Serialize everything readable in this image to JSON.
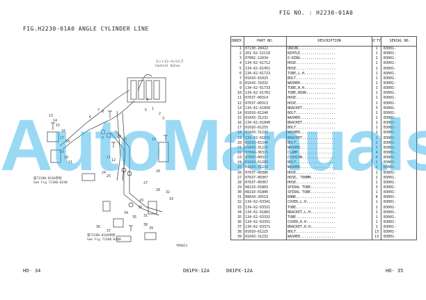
{
  "header": {
    "fig_no": "FIG NO.  : H2230-01A0",
    "title": "FIG.H2230-01A0  ANGLE CYLINDER LINE"
  },
  "footer": {
    "left_page": "HO-  34",
    "left_model": "D61PX-12A",
    "right_model": "D61PX-12A",
    "right_page": "HO-  35"
  },
  "watermark": "AutoManuals",
  "drawing": {
    "control_valve_label": "コントロールバルブ",
    "control_valve_label_en": "Control Valve",
    "ref1": "第72180-0240参照",
    "ref1_en": "See Fig 72180-0240",
    "ref2": "第72180-0240参照",
    "ref2_en": "See Fig 72180-0240",
    "drawing_code": "YM4823",
    "callouts": [
      "1",
      "2",
      "3",
      "4",
      "5",
      "6",
      "7",
      "8",
      "9",
      "10",
      "11",
      "12",
      "13",
      "14",
      "15",
      "16",
      "17",
      "18",
      "19",
      "20",
      "21",
      "22",
      "23",
      "24",
      "25",
      "26",
      "27",
      "28",
      "29",
      "30",
      "31",
      "32",
      "33",
      "34",
      "35",
      "36",
      "37",
      "38",
      "39"
    ]
  },
  "table": {
    "headers": {
      "index": "INDEX",
      "part": "PART NO.",
      "desc": "DESCRIPTION",
      "qty": "Q'TY",
      "serial": "SERIAL NO."
    },
    "rows": [
      {
        "i": "1",
        "p": "07230-20422",
        "d": "UNION..................",
        "q": "1",
        "s": "B3001-"
      },
      {
        "i": "2",
        "p": "201-62-52110",
        "d": "NIPPLE.................",
        "q": "1",
        "s": "B3001-"
      },
      {
        "i": "3",
        "p": "07002-12034",
        "d": "O-RING.................",
        "q": "2",
        "s": "B3001-"
      },
      {
        "i": "4",
        "p": "134-62-61712",
        "d": "HOSE...................",
        "q": "1",
        "s": "B3001-"
      },
      {
        "i": "5",
        "p": "134-62-61451",
        "d": "HOSE...................",
        "q": "1",
        "s": "B3001-"
      },
      {
        "i": "6",
        "p": "134-62-61723",
        "d": "TUBE,L.H...............",
        "q": "1",
        "s": "B3001-"
      },
      {
        "i": "7",
        "p": "01010-61025",
        "d": "BOLT...................",
        "q": "1",
        "s": "B3001-"
      },
      {
        "i": "8",
        "p": "01643-31032",
        "d": "WASHER.................",
        "q": "1",
        "s": "B3001-"
      },
      {
        "i": "9",
        "p": "134-62-61733",
        "d": "TUBE,R.H...............",
        "q": "1",
        "s": "B3001-"
      },
      {
        "i": "10",
        "p": "134-62-61762",
        "d": "TUBE,REAR..............",
        "q": "1",
        "s": "B3001-"
      },
      {
        "i": "11",
        "p": "07637-00314",
        "d": "HOSE...................",
        "q": "1",
        "s": "B3001-"
      },
      {
        "i": "12",
        "p": "07637-00313",
        "d": "HOSE...................",
        "q": "1",
        "s": "B3001-"
      },
      {
        "i": "13",
        "p": "134-62-61850",
        "d": "BRACKET................",
        "q": "3",
        "s": "B3001-"
      },
      {
        "i": "14",
        "p": "01010-61240",
        "d": "BOLT...................",
        "q": "2",
        "s": "B3001-"
      },
      {
        "i": "15",
        "p": "01643-31232",
        "d": "WASHER.................",
        "q": "2",
        "s": "B3001-"
      },
      {
        "i": "16",
        "p": "134-62-61840",
        "d": "BRACKET................",
        "q": "1",
        "s": "B3001-"
      },
      {
        "i": "17",
        "p": "01010-61255",
        "d": "BOLT...................",
        "q": "1",
        "s": "B3001-"
      },
      {
        "i": "18",
        "p": "01643-31232",
        "d": "WASHER.................",
        "q": "1",
        "s": "B3001-"
      },
      {
        "i": "19",
        "p": "134-62-61831",
        "d": "BRACKET................",
        "q": "1",
        "s": "B3001-"
      },
      {
        "i": "20",
        "p": "01010-61240",
        "d": "BOLT...................",
        "q": "2",
        "s": "B3001-"
      },
      {
        "i": "21",
        "p": "01643-31232",
        "d": "WASHER.................",
        "q": "2",
        "s": "B3001-"
      },
      {
        "i": "22",
        "p": "07094-30315",
        "d": "CLAMP..................",
        "q": "4",
        "s": "B3001-"
      },
      {
        "i": "23",
        "p": "07095-00317",
        "d": "CUSHION................",
        "q": "4",
        "s": "B3001-"
      },
      {
        "i": "24",
        "p": "01010-61265",
        "d": "BOLT...................",
        "q": "2",
        "s": "B3001-"
      },
      {
        "i": "25",
        "p": "01643-31232",
        "d": "WASHER.................",
        "q": "2",
        "s": "B3001-"
      },
      {
        "i": "26",
        "p": "07637-00386",
        "d": "HOSE...................",
        "q": "1",
        "s": "B3001-"
      },
      {
        "i": "27",
        "p": "07637-00307",
        "d": "HOSE, 700MM............",
        "q": "2",
        "s": "B3001-"
      },
      {
        "i": "28",
        "p": "07637-00367",
        "d": "HOSE...................",
        "q": "1",
        "s": "B3001-"
      },
      {
        "i": "29",
        "p": "08210-01803",
        "d": "SPIRAL TUBE............",
        "q": "3",
        "s": "B3001-"
      },
      {
        "i": "30",
        "p": "08210-01806",
        "d": "SPIRAL TUBE............",
        "q": "1",
        "s": "B3001-"
      },
      {
        "i": "31",
        "p": "08034-20519",
        "d": "BAND...................",
        "q": "8",
        "s": "B3001-"
      },
      {
        "i": "32",
        "p": "134-62-63341",
        "d": "COVER,L.H..............",
        "q": "1",
        "s": "B3001-"
      },
      {
        "i": "33",
        "p": "134-62-63321",
        "d": "TUBE...................",
        "q": "1",
        "s": "B3001-"
      },
      {
        "i": "34",
        "p": "134-62-61861",
        "d": "BRACKET,L.H............",
        "q": "1",
        "s": "B3001-"
      },
      {
        "i": "35",
        "p": "134-62-63331",
        "d": "TUBE...................",
        "q": "1",
        "s": "B3001-"
      },
      {
        "i": "36",
        "p": "134-62-63351",
        "d": "COVER,R.H..............",
        "q": "1",
        "s": "B3001-"
      },
      {
        "i": "37",
        "p": "134-62-63371",
        "d": "BRACKET,R.H............",
        "q": "1",
        "s": "B3001-"
      },
      {
        "i": "38",
        "p": "01010-61225",
        "d": "BOLT...................",
        "q": "13",
        "s": "B3001-"
      },
      {
        "i": "39",
        "p": "01643-31232",
        "d": "WASHER.................",
        "q": "13",
        "s": "B3001-"
      }
    ]
  }
}
